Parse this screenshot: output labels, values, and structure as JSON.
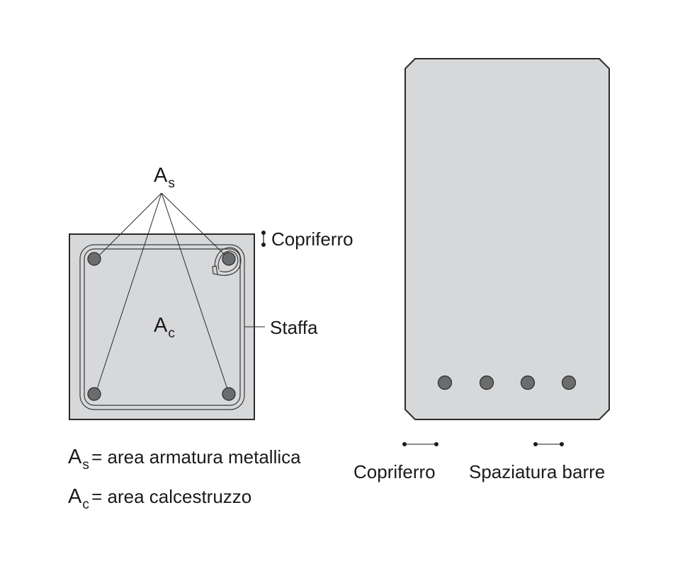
{
  "colors": {
    "concrete_fill": "#d7d8da",
    "outline": "#2a2a2a",
    "rebar_fill": "#6b6c6e",
    "text": "#1a1a1a",
    "background": "#ffffff"
  },
  "column_section": {
    "steel_symbol": {
      "main": "A",
      "sub": "s"
    },
    "concrete_symbol": {
      "main": "A",
      "sub": "c"
    },
    "cover_label": "Copriferro",
    "stirrup_label": "Staffa",
    "rebars": [
      {
        "position": "top-left"
      },
      {
        "position": "top-right"
      },
      {
        "position": "bottom-left"
      },
      {
        "position": "bottom-right"
      }
    ]
  },
  "legend": [
    {
      "symbol": "A",
      "sub": "s",
      "text": "= area armatura metallica"
    },
    {
      "symbol": "A",
      "sub": "c",
      "text": "= area calcestruzzo"
    }
  ],
  "beam_section": {
    "rebar_count": 4,
    "cover_label": "Copriferro",
    "spacing_label": "Spaziatura barre"
  }
}
